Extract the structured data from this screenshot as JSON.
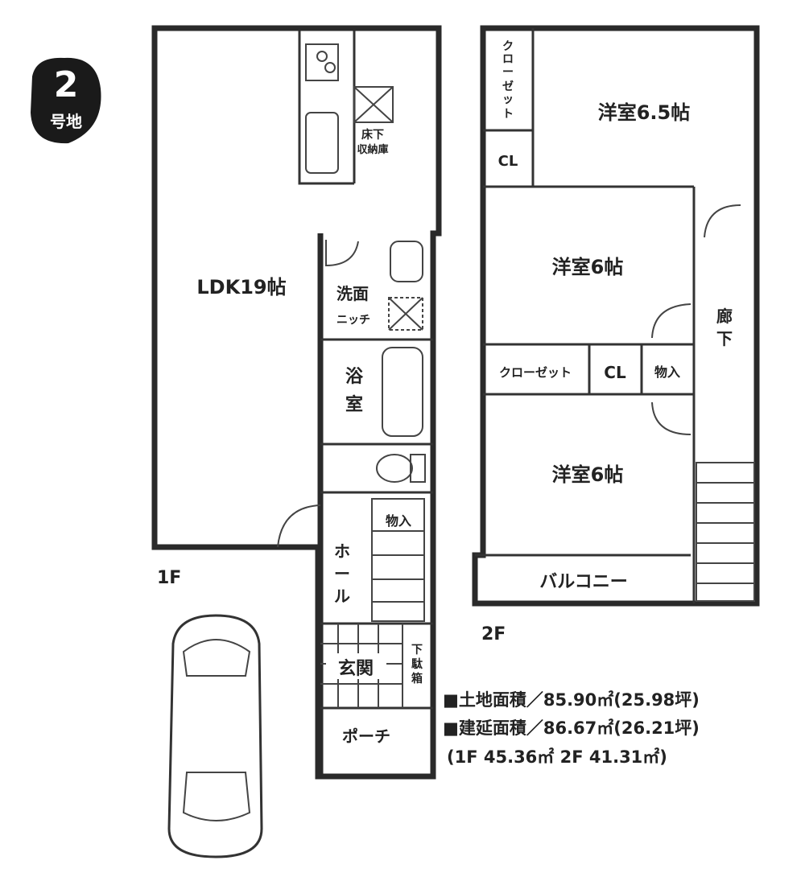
{
  "lot_badge": {
    "number": "2",
    "suffix": "号地"
  },
  "floor1": {
    "label": "1F",
    "rooms": {
      "ldk": "LDK19帖",
      "underfloor_storage": [
        "床下",
        "収納庫"
      ],
      "washroom": "洗面",
      "niche": "ニッチ",
      "bath": [
        "浴",
        "室"
      ],
      "storage": "物入",
      "hall": [
        "ホ",
        "ー",
        "ル"
      ],
      "entrance": "玄関",
      "shoe_box": [
        "下",
        "駄",
        "箱"
      ],
      "porch": "ポーチ"
    }
  },
  "floor2": {
    "label": "2F",
    "rooms": {
      "closet_vertical": [
        "ク",
        "ロ",
        "ー",
        "ゼ",
        "ッ",
        "ト"
      ],
      "cl_top": "CL",
      "western_65": "洋室6.5帖",
      "western_6_upper": "洋室6帖",
      "corridor": [
        "廊",
        "下"
      ],
      "closet": "クローゼット",
      "cl_mid": "CL",
      "storage": "物入",
      "western_6_lower": "洋室6帖",
      "balcony": "バルコニー"
    }
  },
  "area_info": {
    "land_area": "■土地面積／85.90㎡(25.98坪)",
    "floor_area": "■建延面積／86.67㎡(26.21坪)",
    "breakdown": "(1F 45.36㎡ 2F 41.31㎡)"
  }
}
